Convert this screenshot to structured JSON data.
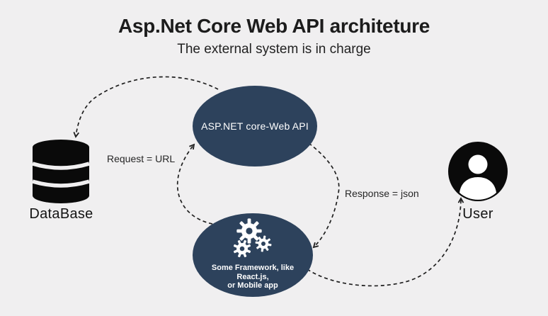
{
  "title": "Asp.Net Core Web API architeture",
  "subtitle": "The external system is in charge",
  "colors": {
    "background": "#f0eff0",
    "node_fill": "#2d425c",
    "node_text": "#ffffff",
    "icon_black": "#0a0a0a",
    "arrow": "#1f1f1f",
    "label_text": "#1f1f1f"
  },
  "nodes": {
    "api": {
      "label": "ASP.NET core-Web API"
    },
    "framework": {
      "icon": "gears-icon",
      "label_lines": [
        "Some Framework, like",
        "React.js,",
        "or Mobile app"
      ]
    },
    "database": {
      "icon": "database-icon",
      "label": "DataBase"
    },
    "user": {
      "icon": "user-icon",
      "label": "User"
    }
  },
  "edges": [
    {
      "from": "framework",
      "to": "api",
      "label": "Request = URL",
      "style": "dashed-arrow"
    },
    {
      "from": "api",
      "to": "database",
      "label": "",
      "style": "dashed-arrow"
    },
    {
      "from": "api",
      "to": "framework",
      "label": "Response = json",
      "style": "dashed-arrow"
    },
    {
      "from": "framework",
      "to": "user",
      "label": "",
      "style": "dashed-arrow"
    }
  ]
}
